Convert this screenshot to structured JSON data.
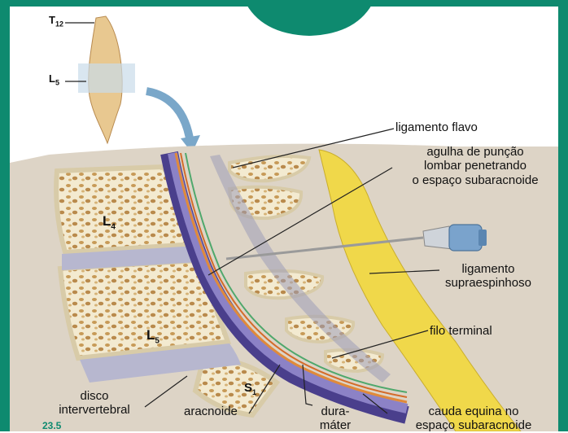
{
  "labels": {
    "t12": "T",
    "t12_sub": "12",
    "l5_spine": "L",
    "l5_spine_sub": "5",
    "l4": "L",
    "l4_sub": "4",
    "l5": "L",
    "l5_sub": "5",
    "s1": "S",
    "s1_sub": "1",
    "ligamento_flavo": "ligamento flavo",
    "agulha_1": "agulha de punção",
    "agulha_2": "lombar penetrando",
    "agulha_3": "o espaço subaracnoide",
    "supra_1": "ligamento",
    "supra_2": "supraespinhoso",
    "filo": "filo terminal",
    "disco_1": "disco",
    "disco_2": "intervertebral",
    "aracnoide": "aracnoide",
    "dura_1": "dura-",
    "dura_2": "máter",
    "cauda_1": "cauda equina no",
    "cauda_2": "espaço subaracnoide",
    "fig_num": "23.5"
  },
  "colors": {
    "frame": "#0e8a6f",
    "bone_cortex": "#f3ead0",
    "bone_spongy": "#c9a46a",
    "disc": "#b7b7cf",
    "ligament": "#9c9cb8",
    "fat": "#f0d84a",
    "dura": "#4a3f8c",
    "nerve": "#e08a3a"
  }
}
